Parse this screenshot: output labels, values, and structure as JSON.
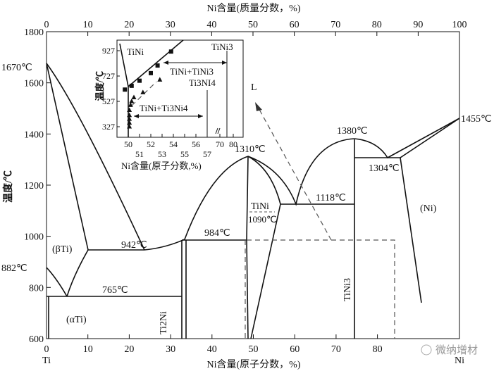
{
  "chart_data": {
    "type": "phase-diagram",
    "title": "Ti-Ni",
    "top_axis": {
      "label": "Ni含量(质量分数，%)",
      "ticks": [
        "0",
        "10",
        "20",
        "30",
        "40",
        "50",
        "60",
        "70",
        "80",
        "90",
        "100"
      ]
    },
    "bottom_axis": {
      "label": "Ni含量(原子分数，%)",
      "ticks": [
        "0",
        "10",
        "20",
        "30",
        "40",
        "50",
        "60",
        "70",
        "80"
      ],
      "left_end": "Ti",
      "right_end": "Ni"
    },
    "y_axis": {
      "label": "温度/℃",
      "ticks": [
        "1800",
        "1600",
        "1400",
        "1200",
        "1000",
        "800",
        "600"
      ],
      "range": [
        600,
        1800
      ]
    },
    "temperatures": {
      "ti_melt": "1670℃",
      "ti_transform": "882℃",
      "eutectic_942": "942℃",
      "eutectoid_765": "765℃",
      "peritectic_984": "984℃",
      "tini_melt": "1310℃",
      "tini3_melt": "1380℃",
      "eutectic_1304": "1304℃",
      "ni_melt": "1455℃",
      "eutectic_1118": "1118℃",
      "tini_1090": "1090℃"
    },
    "phases": {
      "liquid": "L",
      "beta_ti": "(βTi)",
      "alpha_ti": "(αTi)",
      "ti2ni": "Ti2Ni",
      "tini": "TiNi",
      "tini3": "TiNi3",
      "ni": "(Ni)"
    },
    "inset": {
      "xlabel": "Ni含量(原子分数,%)",
      "ylabel": "温度/℃",
      "yticks": [
        "927",
        "727",
        "527",
        "327"
      ],
      "xticks_upper": [
        "50",
        "52",
        "54",
        "56",
        "70",
        "80"
      ],
      "xticks_lower": [
        "51",
        "53",
        "55",
        "57"
      ],
      "labels": {
        "tini": "TiNi",
        "tini3": "TiNi3",
        "tini_tini3": "TiNi+TiNi3",
        "ti3ni4": "Ti3NI4",
        "tini_ti3ni4": "TiNi+Ti3Ni4"
      },
      "squares": [
        [
          49.7,
          620
        ],
        [
          50.3,
          650
        ],
        [
          51,
          690
        ],
        [
          52,
          750
        ],
        [
          52.6,
          810
        ],
        [
          53.8,
          920
        ]
      ],
      "triangles": [
        [
          50.1,
          330
        ],
        [
          50.1,
          360
        ],
        [
          50.1,
          390
        ],
        [
          50.1,
          420
        ],
        [
          50.1,
          460
        ],
        [
          50.2,
          500
        ],
        [
          50.3,
          530
        ],
        [
          50.5,
          560
        ],
        [
          51.3,
          600
        ],
        [
          52.8,
          700
        ]
      ]
    }
  },
  "watermark": "微纳增材"
}
